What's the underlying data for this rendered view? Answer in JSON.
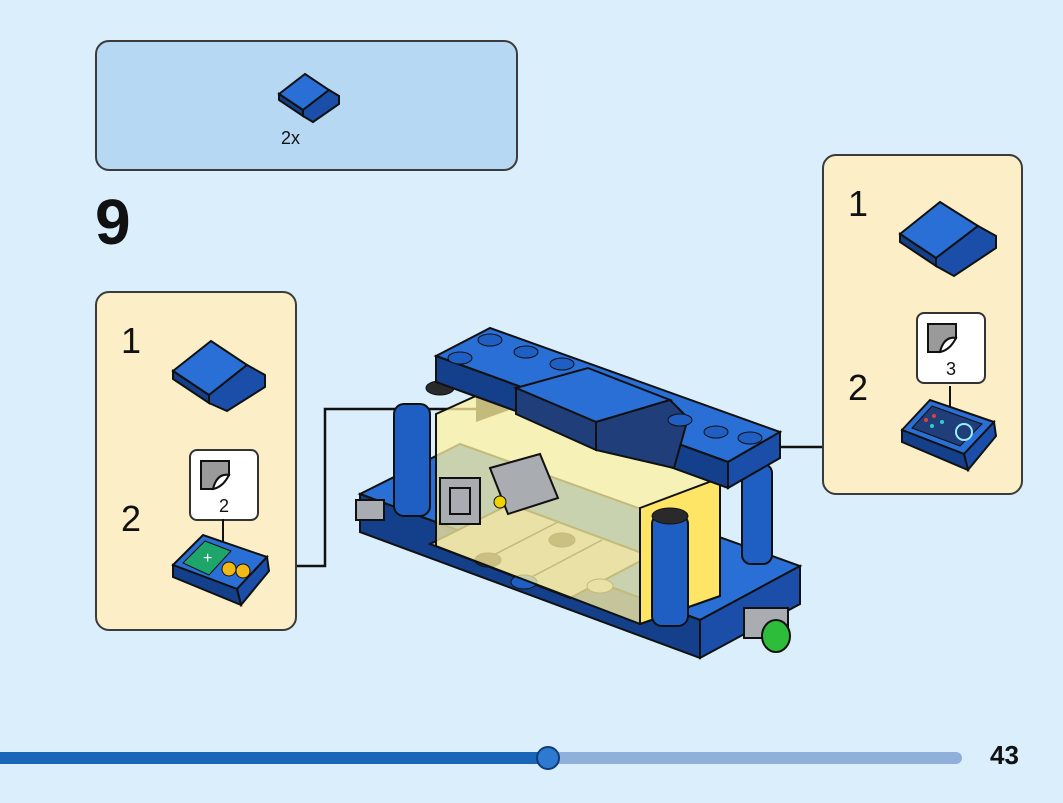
{
  "parts_list": {
    "quantity": "2x",
    "part_icon": "blue-slope-brick-icon"
  },
  "step": {
    "number": "9"
  },
  "left_subassembly": {
    "steps": [
      {
        "number": "1",
        "part_icon": "blue-slope-brick-icon"
      },
      {
        "number": "2",
        "part_icon": "blue-printed-slope-icon",
        "sticker": "2"
      }
    ]
  },
  "right_subassembly": {
    "steps": [
      {
        "number": "1",
        "part_icon": "blue-slope-brick-icon"
      },
      {
        "number": "2",
        "part_icon": "blue-printed-slope-icon",
        "sticker": "3"
      }
    ]
  },
  "progress": {
    "fraction": 0.57
  },
  "page": {
    "number": "43"
  },
  "colors": {
    "brick_blue": "#1f5fc4",
    "transparent_yellow": "#fff3a0",
    "light_gray": "#a9adb2",
    "background": "#dbeefb"
  }
}
